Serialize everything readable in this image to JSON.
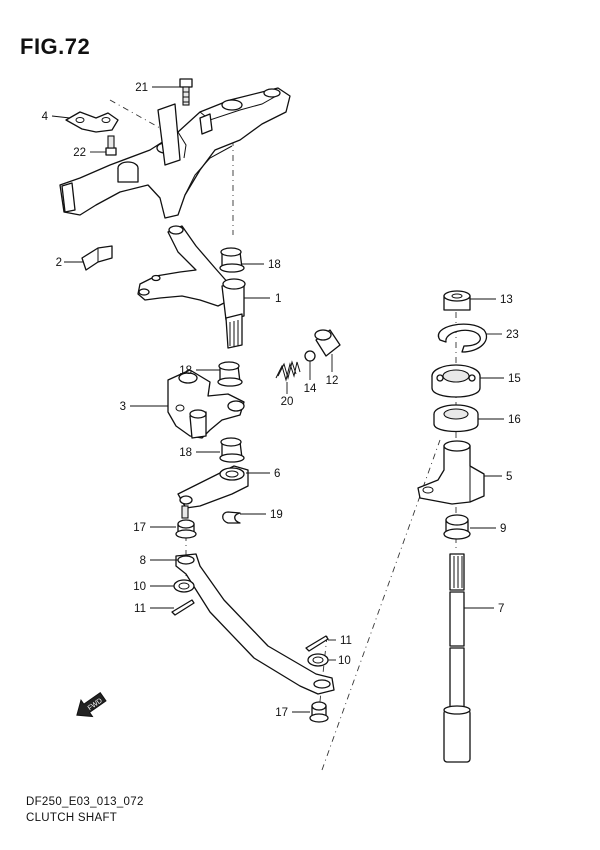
{
  "figure": {
    "title": "FIG.72",
    "model_code": "DF250_E03_013_072",
    "caption": "CLUTCH SHAFT",
    "fwd_label": "FWD"
  },
  "callouts": [
    "21",
    "4",
    "22",
    "2",
    "18",
    "1",
    "18",
    "20",
    "14",
    "12",
    "3",
    "18",
    "6",
    "17",
    "19",
    "8",
    "10",
    "11",
    "11",
    "10",
    "17",
    "13",
    "23",
    "15",
    "16",
    "5",
    "9",
    "7"
  ]
}
